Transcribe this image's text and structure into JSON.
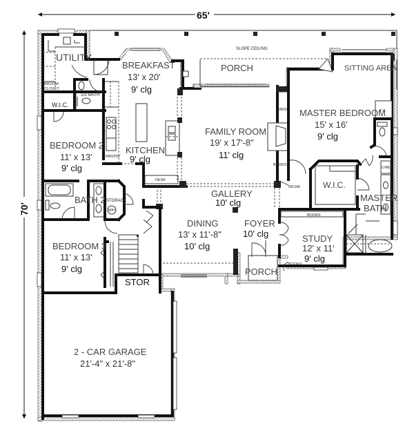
{
  "plan": {
    "dimensions": {
      "width": "65'",
      "depth": "70'"
    },
    "annotations": {
      "slope_ceiling": "SLOPE CEILING",
      "broom_closet_line1": "BROOM",
      "broom_closet_line2": "CLOSET",
      "half_bath": "1/2 BATH",
      "pantry": "PANTRY",
      "desk": "DESK",
      "media": "MEDIA",
      "books_family": "BOOKS",
      "niche": "NICHE",
      "books_study_top": "BOOKS",
      "books_study": "BOOKS",
      "storage": "STORAGE",
      "wh": "W/H",
      "tv": "T.V.",
      "linen": "LINEN",
      "stor": "STOR"
    },
    "rooms": {
      "utility": {
        "name": "UTILITY"
      },
      "breakfast": {
        "name": "BREAKFAST",
        "size": "13' x 20'",
        "clg": "9' clg"
      },
      "porch_rear": {
        "name": "PORCH"
      },
      "sitting_area": {
        "name": "SITTING AREA"
      },
      "master_bedroom": {
        "name": "MASTER BEDROOM",
        "size": "15' x 16'",
        "clg": "9' clg"
      },
      "wic_small": {
        "name": "W.I.C."
      },
      "bedroom2": {
        "name": "BEDROOM 2",
        "size": "11' x 13'",
        "clg": "9' clg"
      },
      "kitchen": {
        "name": "KITCHEN",
        "clg": "9' clg"
      },
      "family_room": {
        "name": "FAMILY ROOM",
        "size": "19' x 17'-8\"",
        "clg": "11' clg"
      },
      "gallery": {
        "name": "GALLERY",
        "clg": "10' clg"
      },
      "master_wic": {
        "name": "W.I.C."
      },
      "master_bath": {
        "name": "MASTER",
        "name2": "BATH"
      },
      "bath2": {
        "name": "BATH 2"
      },
      "dining": {
        "name": "DINING",
        "size": "13' x 11'-8\"",
        "clg": "10' clg"
      },
      "foyer": {
        "name": "FOYER",
        "clg": "10' clg"
      },
      "study": {
        "name": "STUDY",
        "size": "12' x 11'",
        "clg": "9' clg"
      },
      "bedroom3": {
        "name": "BEDROOM 3",
        "size": "11' x 13'",
        "clg": "9' clg"
      },
      "porch_front": {
        "name": "PORCH"
      },
      "garage": {
        "name": "2 - CAR GARAGE",
        "size": "21'-4\" x 21'-8\""
      }
    }
  }
}
